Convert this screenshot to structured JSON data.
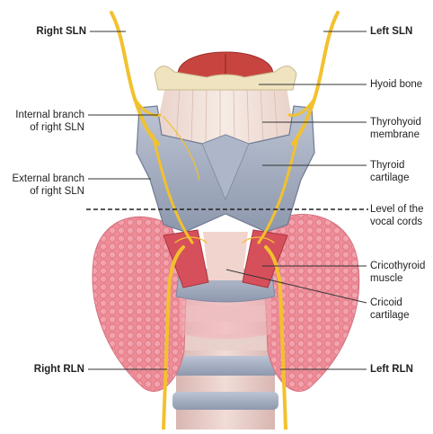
{
  "labels": {
    "right_sln": "Right SLN",
    "left_sln": "Left SLN",
    "hyoid_bone": "Hyoid bone",
    "internal_branch_line1": "Internal branch",
    "internal_branch_line2": "of right SLN",
    "thyrohyoid_line1": "Thyrohyoid",
    "thyrohyoid_line2": "membrane",
    "external_branch_line1": "External branch",
    "external_branch_line2": "of right SLN",
    "thyroid_line1": "Thyroid",
    "thyroid_line2": "cartilage",
    "level_line1": "Level of the",
    "level_line2": "vocal cords",
    "cricothyroid_line1": "Cricothyroid",
    "cricothyroid_line2": "muscle",
    "cricoid_line1": "Cricoid",
    "cricoid_line2": "cartilage",
    "right_rln": "Right RLN",
    "left_rln": "Left RLN"
  },
  "colors": {
    "nerve": "#f2c12e",
    "thyroid_gland": "#ef8f9a",
    "cartilage": "#a9b3c6",
    "muscle": "#d9555f",
    "membrane": "#efe1da",
    "epiglottis": "#c8453f",
    "hyoid": "#efe3c0",
    "leader": "#333333"
  }
}
